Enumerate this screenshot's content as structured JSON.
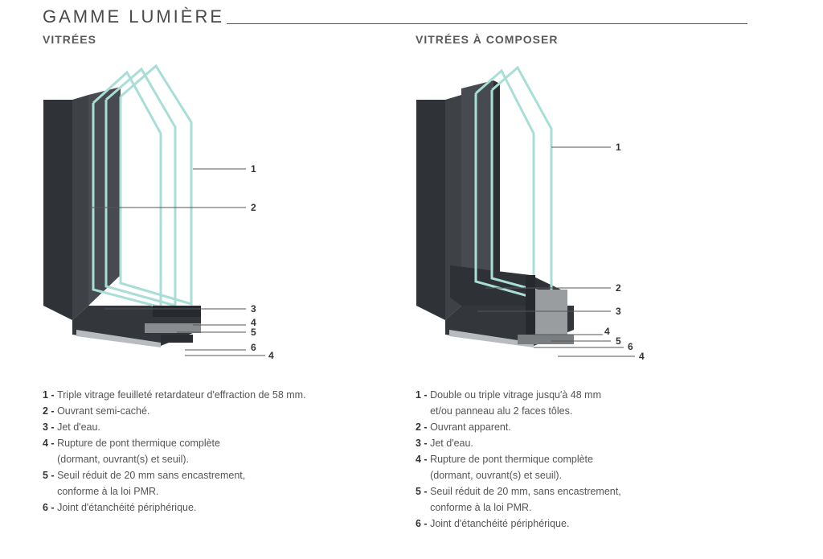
{
  "title": "GAMME LUMIÈRE",
  "left": {
    "heading": "VITRÉES",
    "callouts": [
      "1",
      "2",
      "3",
      "4",
      "5",
      "6",
      "4"
    ],
    "legend": [
      {
        "num": "1 -",
        "lines": [
          "Triple vitrage feuilleté retardateur d'effraction de 58 mm."
        ]
      },
      {
        "num": "2 -",
        "lines": [
          "Ouvrant semi-caché."
        ]
      },
      {
        "num": "3 -",
        "lines": [
          "Jet d'eau."
        ]
      },
      {
        "num": "4 -",
        "lines": [
          "Rupture de pont thermique complète",
          "(dormant, ouvrant(s) et seuil)."
        ]
      },
      {
        "num": "5 -",
        "lines": [
          "Seuil réduit de 20 mm sans encastrement,",
          "conforme à la loi PMR."
        ]
      },
      {
        "num": "6 -",
        "lines": [
          "Joint d'étanchéité périphérique."
        ]
      }
    ]
  },
  "right": {
    "heading": "VITRÉES À COMPOSER",
    "callouts": [
      "1",
      "2",
      "3",
      "4",
      "5",
      "6",
      "4"
    ],
    "legend": [
      {
        "num": "1 -",
        "lines": [
          "Double ou triple vitrage jusqu'à 48 mm",
          "et/ou panneau alu 2 faces tôles."
        ]
      },
      {
        "num": "2 -",
        "lines": [
          "Ouvrant apparent."
        ]
      },
      {
        "num": "3 -",
        "lines": [
          "Jet d'eau."
        ]
      },
      {
        "num": "4 -",
        "lines": [
          "Rupture de pont thermique complète",
          "(dormant, ouvrant(s) et seuil)."
        ]
      },
      {
        "num": "5 -",
        "lines": [
          "Seuil réduit de 20 mm, sans encastrement,",
          "conforme à la loi PMR."
        ]
      },
      {
        "num": "6 -",
        "lines": [
          "Joint d'étanchéité périphérique."
        ]
      }
    ]
  },
  "colors": {
    "frame": "#3b3f44",
    "frame_dark": "#2c2f33",
    "glass": "#9fd8cf",
    "sill": "#b9bcbf"
  }
}
